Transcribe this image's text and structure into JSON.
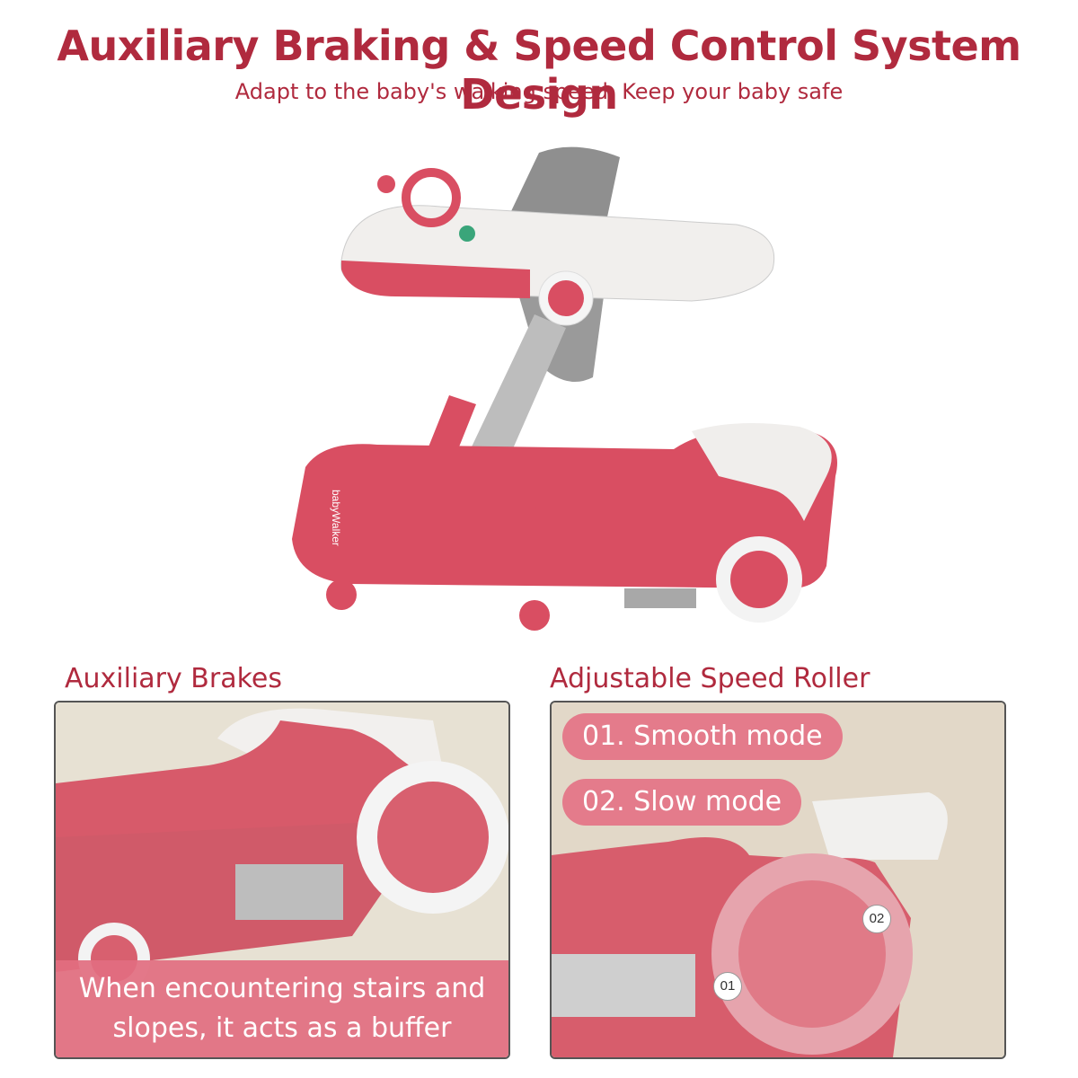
{
  "header": {
    "title": "Auxiliary Braking & Speed Control System Design",
    "subtitle": "Adapt to the baby's walking speed, Keep your baby safe"
  },
  "product": {
    "brand_text": "babyWalker"
  },
  "left_panel": {
    "heading": "Auxiliary Brakes",
    "caption_line1": "When encountering stairs and",
    "caption_line2": "slopes, it acts as a buffer"
  },
  "right_panel": {
    "heading": "Adjustable Speed Roller",
    "modes": [
      "01. Smooth mode",
      "02. Slow mode"
    ],
    "markers": [
      "01",
      "02"
    ]
  },
  "colors": {
    "accent": "#b02a3e",
    "walker_red": "#d94e62",
    "pill": "#e47b8b"
  }
}
